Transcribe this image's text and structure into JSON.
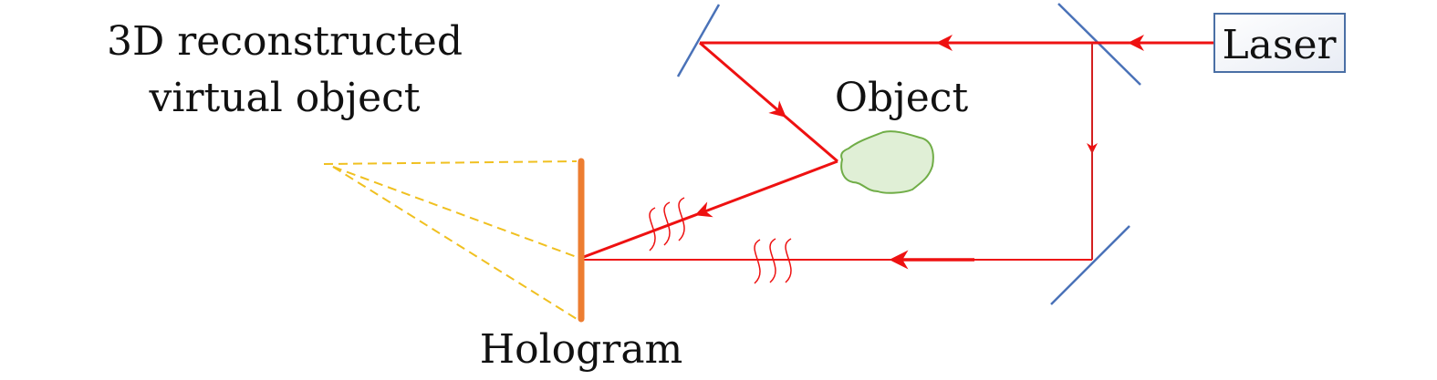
{
  "labels": {
    "reconstructed_line1": "3D reconstructed",
    "reconstructed_line2": "virtual object",
    "object": "Object",
    "laser": "Laser",
    "hologram": "Hologram"
  },
  "colors": {
    "beam": "#EE1111",
    "mirror": "#4A72B8",
    "hologram": "#ED7D31",
    "virtual_rays": "#F0C020",
    "object_fill": "#E0EFD6",
    "object_stroke": "#70AD47",
    "laser_box": "#4A6FA5"
  }
}
